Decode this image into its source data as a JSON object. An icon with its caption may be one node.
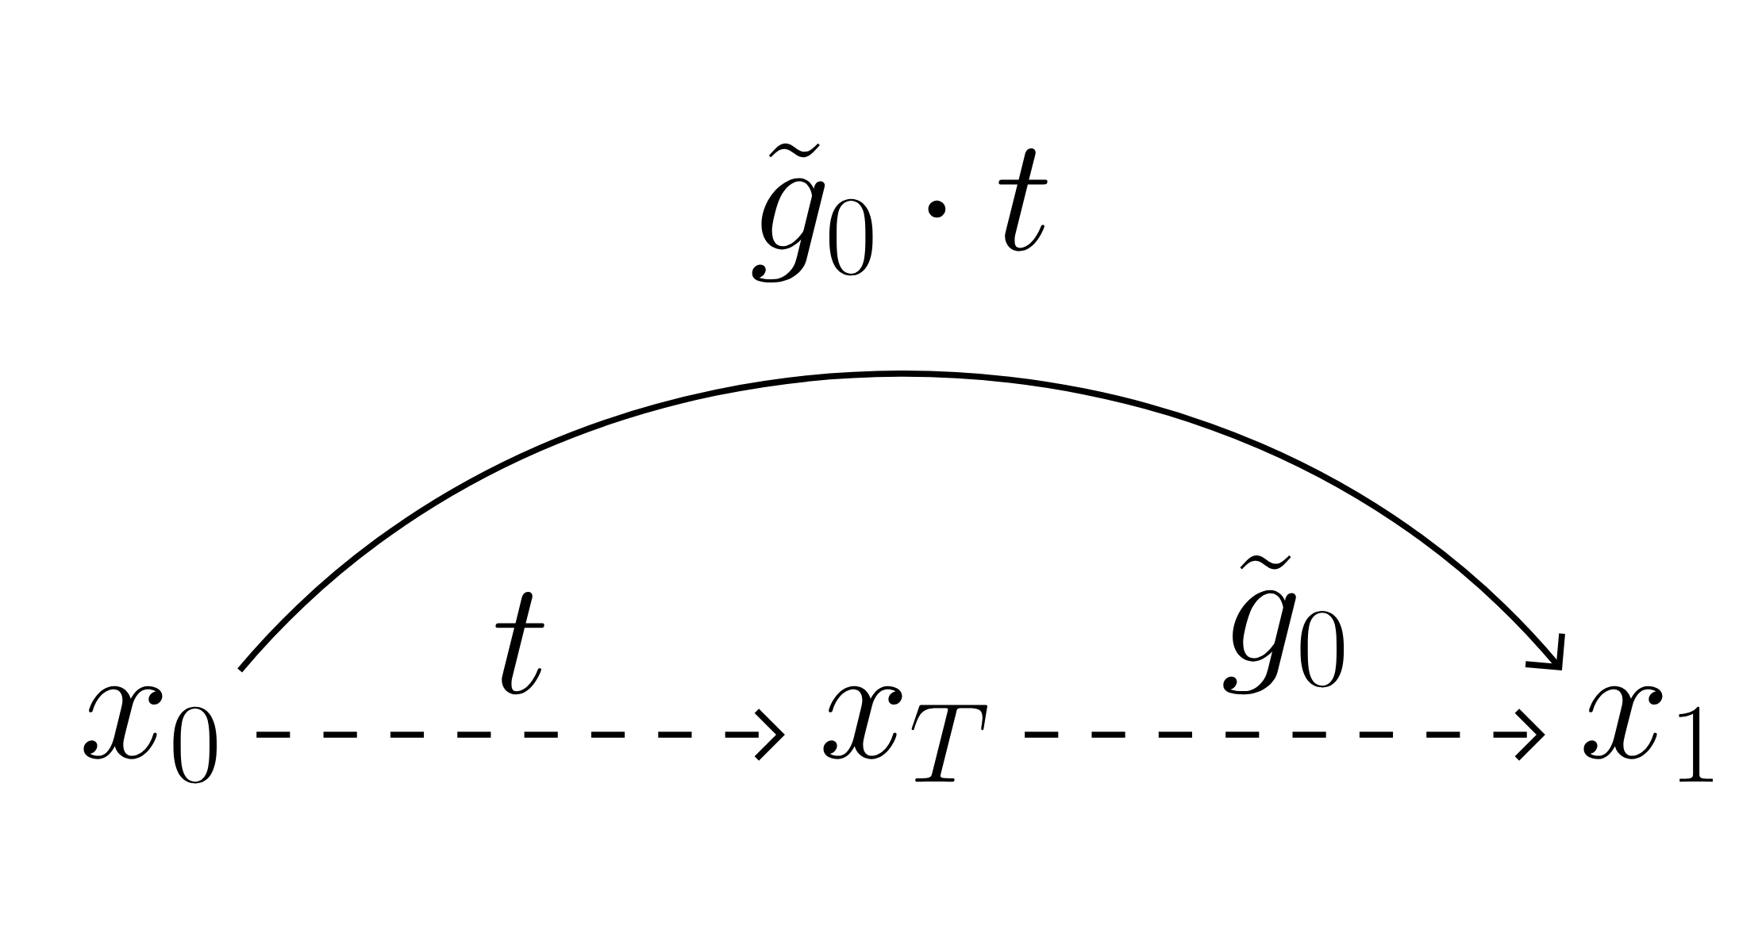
{
  "diagram": {
    "nodes": [
      {
        "text": [
          "x_0"
        ]
      },
      {
        "text": [
          "x_T"
        ]
      },
      {
        "text": [
          "x_1"
        ]
      }
    ],
    "edges": [
      {
        "from": 0,
        "to": 1,
        "arrow": "to",
        "style": "dashed",
        "label": "t"
      },
      {
        "from": 1,
        "to": 2,
        "arrow": "to",
        "style": "dashed",
        "label": "\\tilde{g}_0"
      },
      {
        "from": 0,
        "to": 2,
        "arrow": "to",
        "label": "\\tilde{g}_0 \\cdot t"
      }
    ]
  }
}
